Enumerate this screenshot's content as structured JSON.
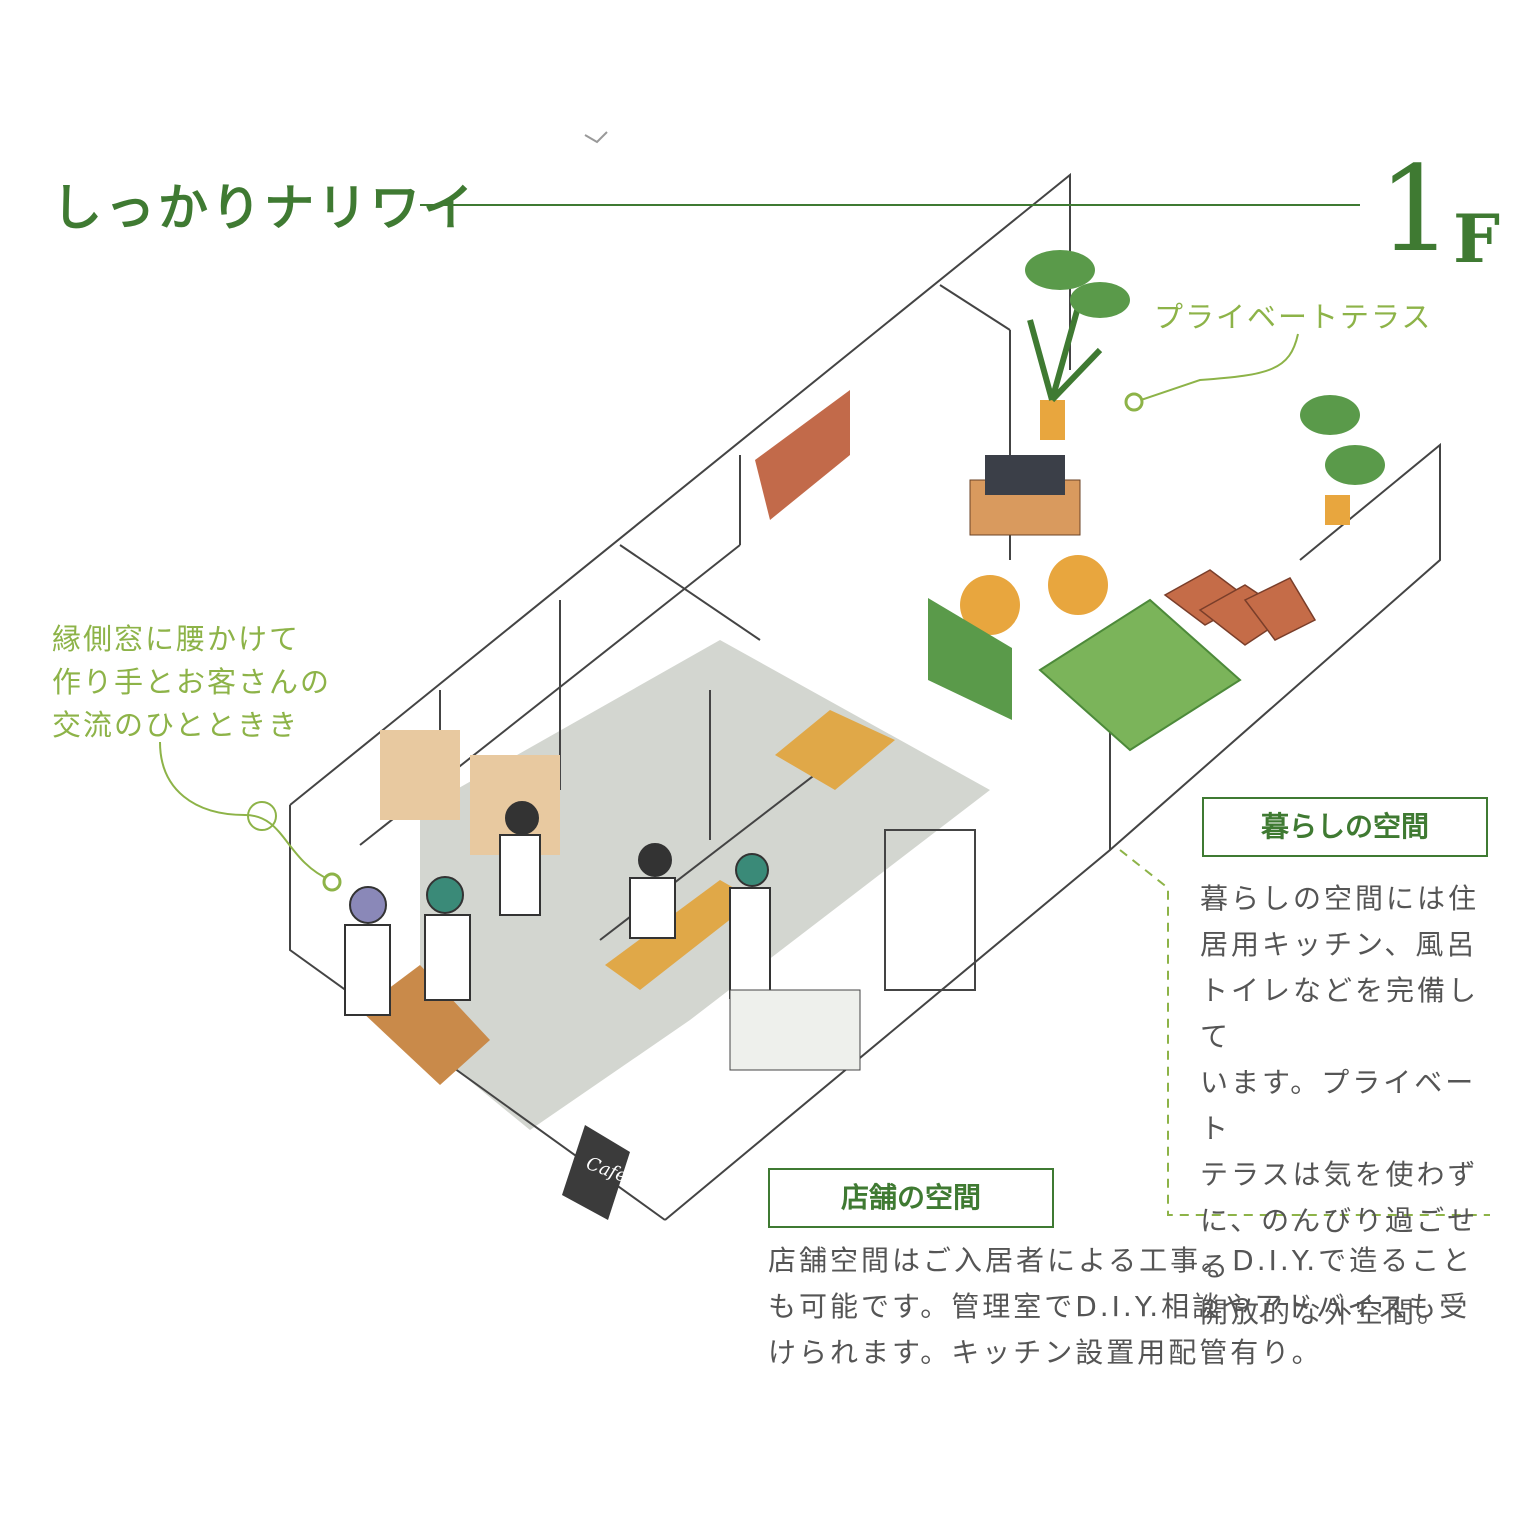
{
  "page": {
    "title": "しっかりナリワイ",
    "floor_number": "1",
    "floor_letter": "F"
  },
  "callouts": {
    "terrace": "プライベートテラス",
    "veranda": "縁側窓に腰かけて\n作り手とお客さんの\n交流のひとときき"
  },
  "living_space": {
    "heading": "暮らしの空間",
    "description": "暮らしの空間には住\n居用キッチン、風呂\nトイレなどを完備して\nいます。プライベート\nテラスは気を使わず\nに、のんびり過ごせる\n開放的な外空間。"
  },
  "shop_space": {
    "heading": "店舗の空間",
    "description": "店舗空間はご入居者による工事。D.I.Y.で造ることも可能です。管理室でD.I.Y.相談やアドバイスも受けられます。キッチン設置用配管有り。"
  },
  "signboard": {
    "text": "Cafe"
  },
  "colors": {
    "accent_green": "#3f7a32",
    "callout_green": "#8db348",
    "text_gray": "#555555",
    "floor_gray": "#d3d6d0",
    "wood": "#e0a848",
    "brick": "#c26a4a",
    "blanket": "#7bb45a"
  }
}
